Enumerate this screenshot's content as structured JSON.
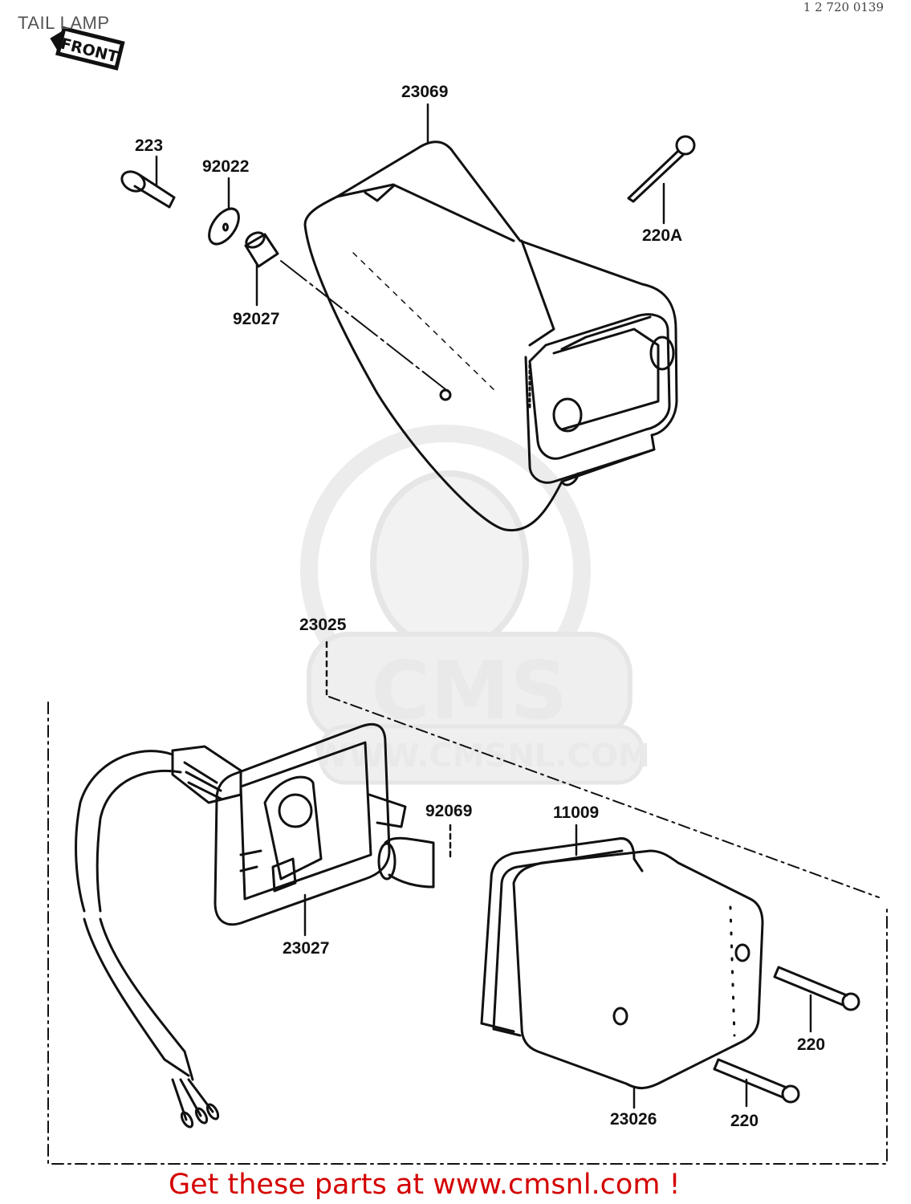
{
  "header": {
    "title": "TAIL LAMP",
    "ref_code": "1 2 720 0139"
  },
  "orientation_badge": {
    "label": "FRONT"
  },
  "parts": [
    {
      "number": "23069"
    },
    {
      "number": "223"
    },
    {
      "number": "92022"
    },
    {
      "number": "220A"
    },
    {
      "number": "92027"
    },
    {
      "number": "23025"
    },
    {
      "number": "92069"
    },
    {
      "number": "11009"
    },
    {
      "number": "23027"
    },
    {
      "number": "220"
    },
    {
      "number": "23026"
    },
    {
      "number": "220"
    }
  ],
  "watermark": {
    "logo_text": "CMS",
    "url_text": "WWW.CMSNL.COM"
  },
  "footer": {
    "text": "Get these parts at www.cmsnl.com !"
  },
  "colors": {
    "line": "#111111",
    "footer": "#d40000",
    "watermark": "#e6e6e6"
  }
}
